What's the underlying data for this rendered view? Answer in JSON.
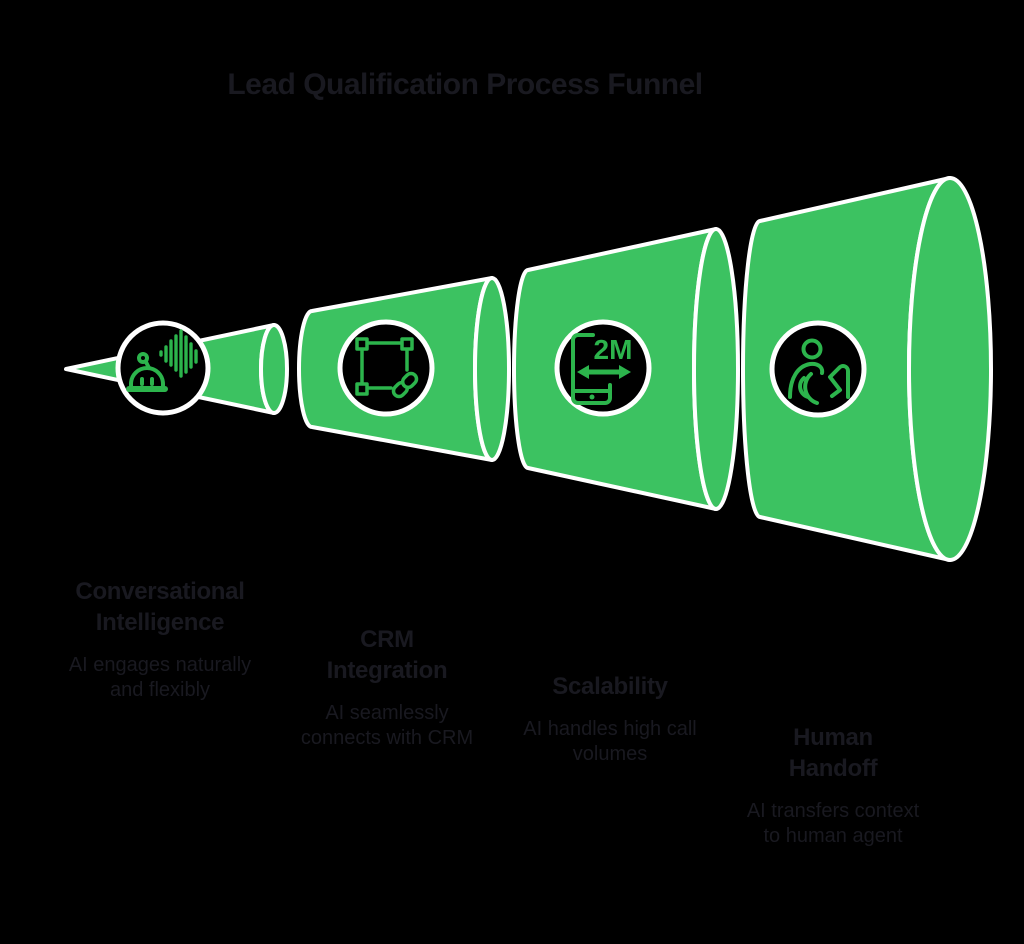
{
  "title": "Lead Qualification Process Funnel",
  "colors": {
    "background": "#000000",
    "funnel_green": "#3CC261",
    "icon_green": "#2CB44C",
    "outline_white": "#FFFFFF",
    "text_dark": "#191920"
  },
  "stages": [
    {
      "id": "conversational-intelligence",
      "heading": "Conversational\nIntelligence",
      "description": "AI engages naturally\nand flexibly",
      "icon": "robot-voice-icon"
    },
    {
      "id": "crm-integration",
      "heading": "CRM\nIntegration",
      "description": "AI seamlessly\nconnects with CRM",
      "icon": "selection-chain-link-icon"
    },
    {
      "id": "scalability",
      "heading": "Scalability",
      "description": "AI handles high call\nvolumes",
      "icon": "phone-scale-icon",
      "badge": "2M"
    },
    {
      "id": "human-handoff",
      "heading": "Human\nHandoff",
      "description": "AI transfers context\nto human agent",
      "icon": "person-hand-wave-icon"
    }
  ]
}
